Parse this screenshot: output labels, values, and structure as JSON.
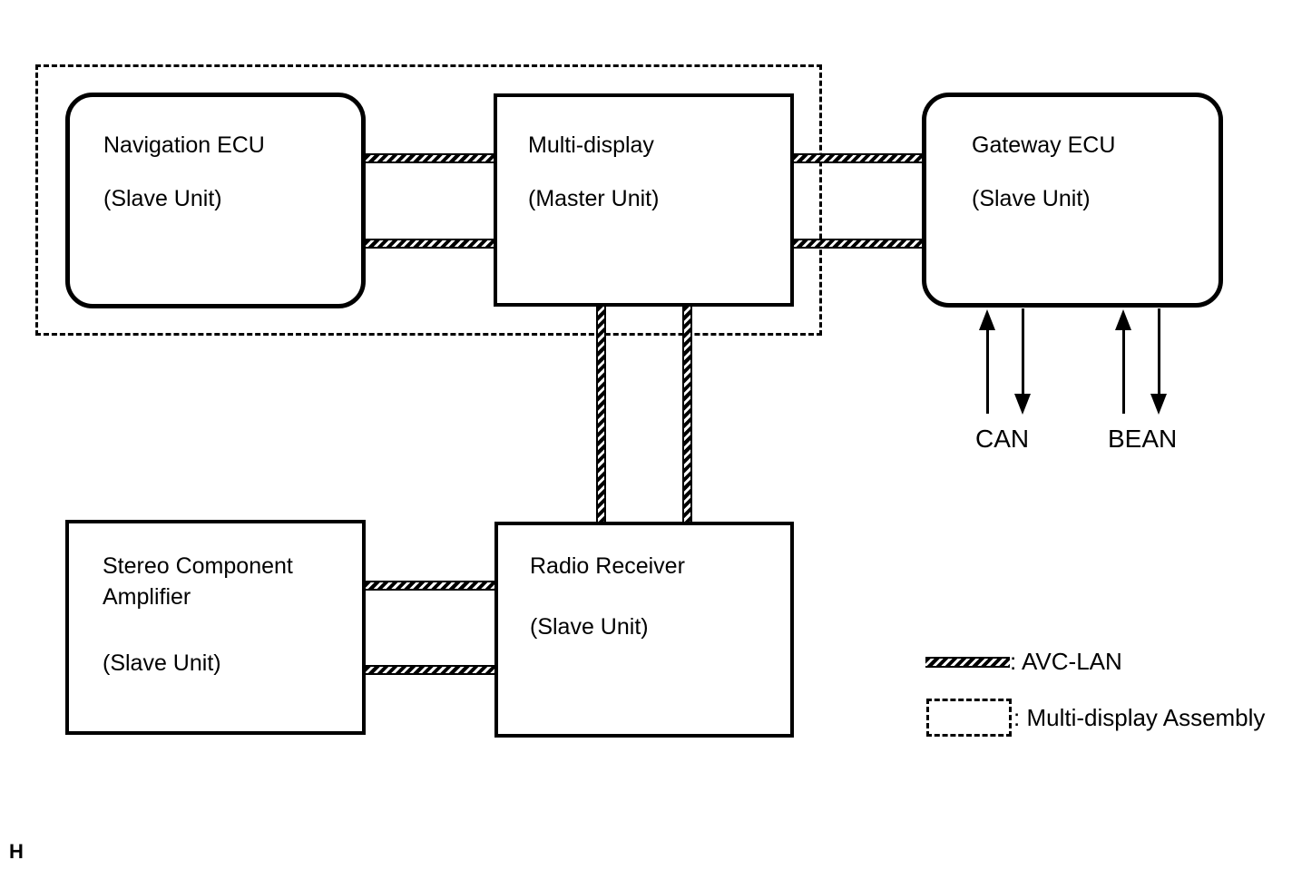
{
  "nodes": [
    {
      "id": "navigation-ecu",
      "title": "Navigation ECU",
      "subtitle": "(Slave Unit)"
    },
    {
      "id": "multi-display",
      "title": "Multi-display",
      "subtitle": "(Master Unit)"
    },
    {
      "id": "gateway-ecu",
      "title": "Gateway ECU",
      "subtitle": "(Slave Unit)"
    },
    {
      "id": "stereo-component-amplifier",
      "title": "Stereo Component Amplifier",
      "subtitle": "(Slave Unit)"
    },
    {
      "id": "radio-receiver",
      "title": "Radio Receiver",
      "subtitle": "(Slave Unit)"
    }
  ],
  "bus_labels": {
    "can": "CAN",
    "bean": "BEAN"
  },
  "legend": {
    "avc_lan": ": AVC-LAN",
    "assembly": ": Multi-display Assembly"
  },
  "footer": "H",
  "colors": {
    "ink": "#000000",
    "background": "#ffffff"
  }
}
